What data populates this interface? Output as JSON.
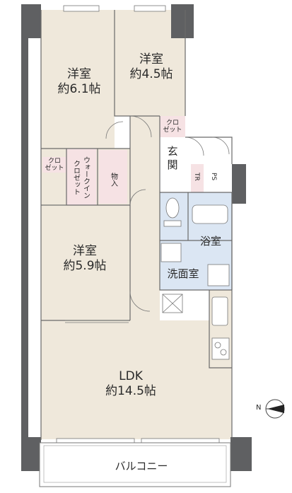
{
  "rooms": {
    "western1": {
      "name": "洋室",
      "size": "約6.1帖"
    },
    "western2": {
      "name": "洋室",
      "size": "約4.5帖"
    },
    "western3": {
      "name": "洋室",
      "size": "約5.9帖"
    },
    "ldk": {
      "name": "LDK",
      "size": "約14.5帖"
    }
  },
  "labels": {
    "closet_top": "クロ\nゼット",
    "closet_left": "クロ\nゼット",
    "walk_in_1": "ウォークイン",
    "walk_in_2": "クロゼット",
    "storage": "物入",
    "entrance": "玄\n関",
    "tr": "TR",
    "ps": "PS",
    "bathroom": "浴室",
    "washroom": "洗面室",
    "balcony": "バルコニー",
    "north": "N"
  },
  "colors": {
    "room": "#efe8db",
    "closet": "#f6e2e4",
    "wet_area": "#dbe6f3",
    "wall": "#5f6062"
  }
}
